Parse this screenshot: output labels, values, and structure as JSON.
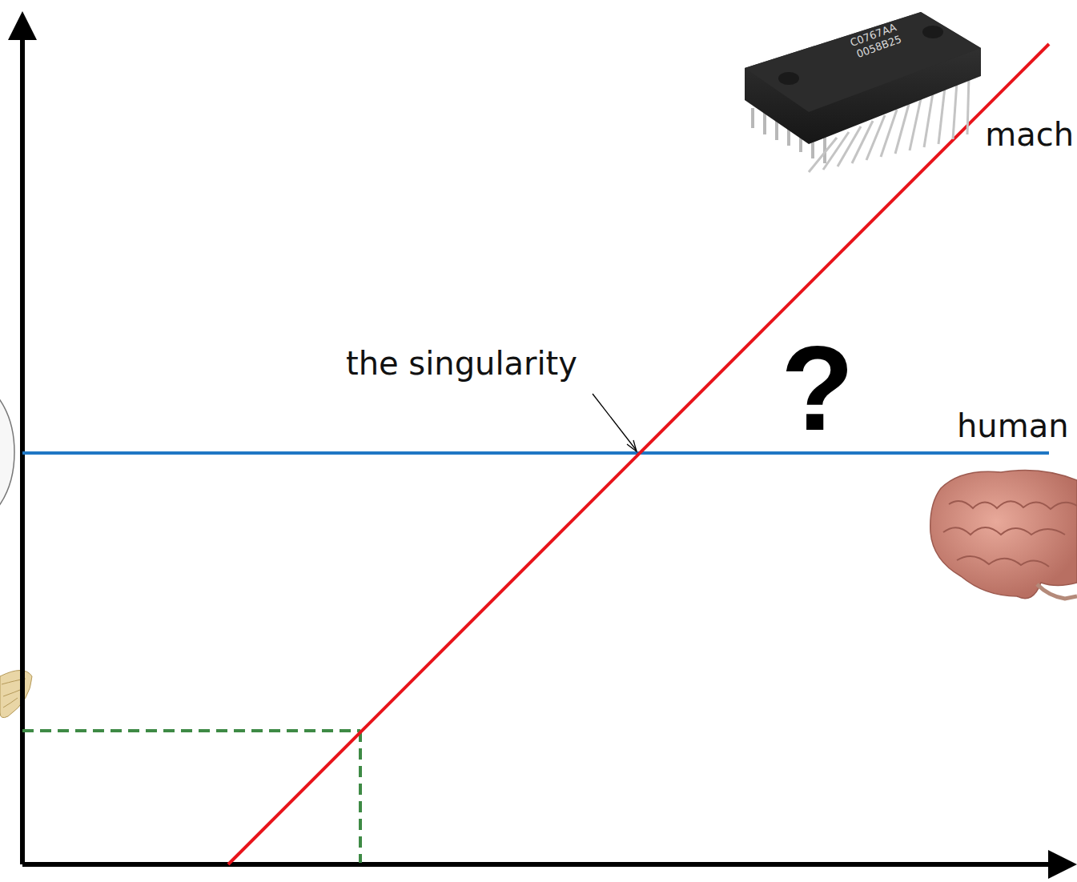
{
  "diagram": {
    "labels": [
      "mach",
      "the singularity",
      "?",
      "human",
      "C0767AA",
      "0058B25"
    ]
  }
}
